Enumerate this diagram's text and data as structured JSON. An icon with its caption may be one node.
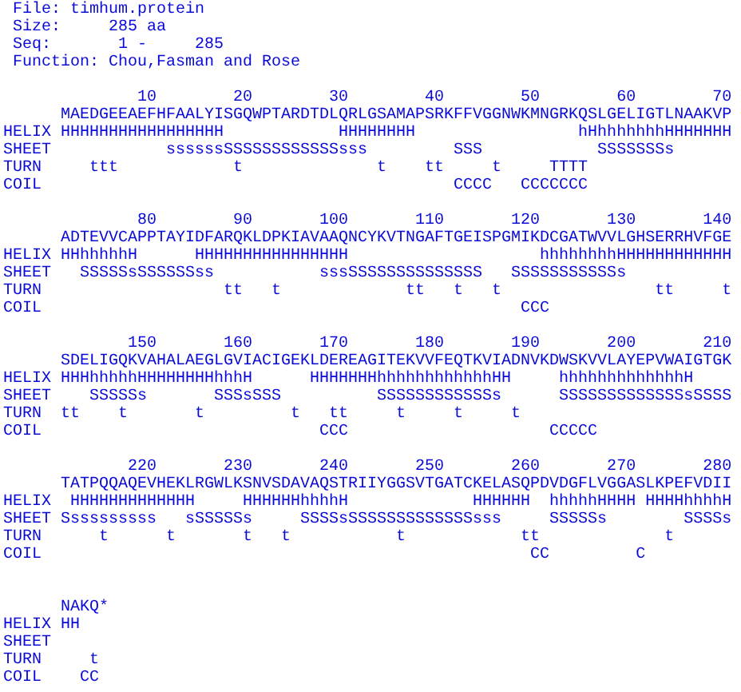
{
  "diagram": {
    "labels": [
      "File: timhum.protein",
      "Size:     285 aa",
      "Seq:       1 -     285",
      "Function: Chou,Fasman and Rose",
      "              10        20        30        40        50        60        70",
      "      MAEDGEEAEFHFAALYISGQWPTARDTDLQRLGSAMAPSRKFFVGGNWKMNGRKQSLGELIGTLNAAKVP",
      "HELIX HHHHHHHHHHHHHHHHH            HHHHHHHH                 hHhhhhhhhHHHHHHH",
      "SHEET            ssssssSSSSSSSSSSSSsss         SSS            SSSSSSSs",
      "TURN     ttt            t              t    tt     t     TTTT",
      "COIL                                           CCCC   CCCCCCC",
      "              80        90       100       110       120       130       140",
      "      ADTEVVCAPPTAYIDFARQKLDPKIAVAAQNCYKVTNGAFTGEISPGMIKDCGATWVVLGHSERRHVFGE",
      "HELIX HHhhhhhH      HHHHHHHHHHHHHHHH                    hhhhhhhhHHHHHHHHHHHH",
      "SHEET   SSSSSsSSSSSSss           sssSSSSSSSSSSSSSS   SSSSSSSSSSSs",
      "TURN                   tt   t             tt   t   t                tt     t",
      "COIL                                                  CCC",
      "             150       160       170       180       190       200       210",
      "      SDELIGQKVAHALAEGLGVIACIGEKLDEREAGITEKVVFEQTKVIADNVKDWSKVVLAYEPVWAIGTGK",
      "HELIX HHHhhhhhHHHHHHHHhhhH      HHHHHHHhhhhhhhhhhhhHH     hhhhhhhhhhhhhH",
      "SHEET    SSSSSs       SSSsSSS          SSSSSSSSSSSSs      SSSSSSSSSSSSSsSSSS",
      "TURN  tt    t       t         t   tt     t     t     t",
      "COIL                             CCC                     CCCCC",
      "             220       230       240       250       260       270       280",
      "      TATPQQAQEVHEKLRGWLKSNVSDAVAQSTRIIYGGSVTGATCKELASQPDVDGFLVGGASLKPEFVDII",
      "HELIX  HHHHHHHHHHHHH     HHHHHHhhhhH             HHHHHH  hhhhhHHHH HHHHhhhhH",
      "SHEET Ssssssssss   sSSSSSs     SSSSsSSSSSSSSSSSSSsss     SSSSSs        SSSSs",
      "TURN      t      t       t   t           t            tt             t",
      "COIL                                                   CC         C",
      "      NAKQ*",
      "HELIX HH",
      "SHEET",
      "TURN     t",
      "COIL    CC"
    ]
  }
}
